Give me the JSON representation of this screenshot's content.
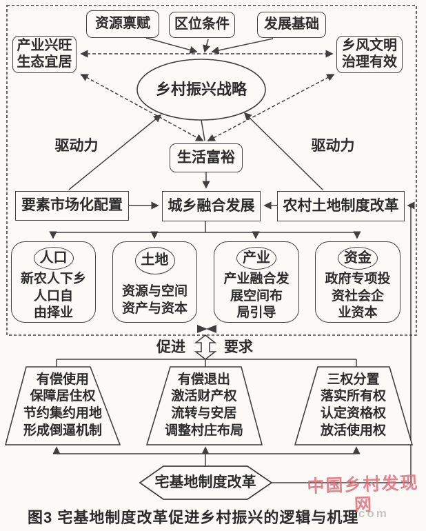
{
  "figure": {
    "caption": "图3  宅基地制度改革促进乡村振兴的逻辑与机理",
    "watermark": "中国乡村发现网",
    "watermark_domain": "….com"
  },
  "foundations": {
    "resource": "资源禀赋",
    "location": "区位条件",
    "development": "发展基础"
  },
  "strategy": "乡村振兴战略",
  "goals": {
    "left": "产业兴旺\n生态宜居",
    "right": "乡风文明\n治理有效",
    "bottom": "生活富裕"
  },
  "driving_force": {
    "left": "驱动力",
    "right": "驱动力"
  },
  "mid_row": {
    "left": "要素市场化配置",
    "center": "城乡融合发展",
    "right": "农村土地制度改革"
  },
  "factors": [
    {
      "title": "人口",
      "desc": "新农人下乡\n人口自\n由择业"
    },
    {
      "title": "土地",
      "desc": "资源与空间\n资产与资本"
    },
    {
      "title": "产业",
      "desc": "产业融合发\n展空间布\n局引导"
    },
    {
      "title": "资金",
      "desc": "政府专项投\n资社会企\n业资本"
    }
  ],
  "relation": {
    "promote": "促进",
    "require": "要求"
  },
  "reforms": [
    {
      "lines": "有偿使用\n保障居住权\n节约集约用地\n形成倒逼机制"
    },
    {
      "lines": "有偿退出\n激活财产权\n流转与安居\n调整村庄布局"
    },
    {
      "lines": "三权分置\n落实所有权\n认定资格权\n放活使用权"
    }
  ],
  "reform_source": "宅基地制度改革"
}
